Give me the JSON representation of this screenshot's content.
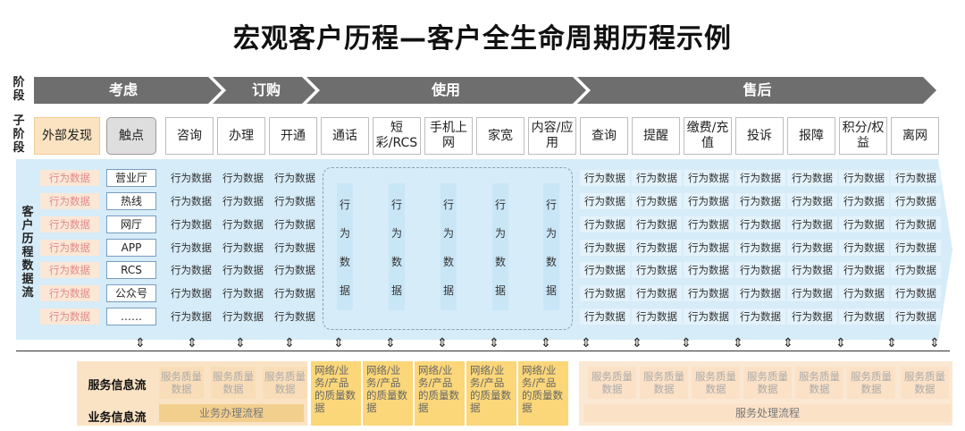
{
  "title": "宏观客户历程—客户全生命周期历程示例",
  "labels": {
    "stage": "阶段",
    "substage": "子阶段",
    "flow": "客户历程数据流",
    "service_flow": "服务信息流",
    "business_flow": "业务信息流"
  },
  "stages": [
    "考虑",
    "订购",
    "使用",
    "售后"
  ],
  "substages": [
    "外部发现",
    "触点",
    "咨询",
    "办理",
    "开通",
    "通话",
    "短彩/RCS",
    "手机上网",
    "家宽",
    "内容/应用",
    "查询",
    "提醒",
    "缴费/充值",
    "投诉",
    "报障",
    "积分/权益",
    "离网"
  ],
  "behavior_label": "行为数据",
  "touchpoints": [
    "营业厅",
    "热线",
    "网厅",
    "APP",
    "RCS",
    "公众号",
    "……"
  ],
  "vertical_chars": [
    "行",
    "为",
    "数",
    "据"
  ],
  "arrow_glyph": "⇕",
  "service_quality": "服务质量数据",
  "network_quality": "网络/业务/产品的质量数据",
  "business_process": "业务办理流程",
  "service_process": "服务处理流程",
  "colors": {
    "stage_bar": "#6e6e6e",
    "flow_band": "#d6ecf8",
    "orange_light": "#fae3c4",
    "orange_strong": "#fbd77a"
  }
}
